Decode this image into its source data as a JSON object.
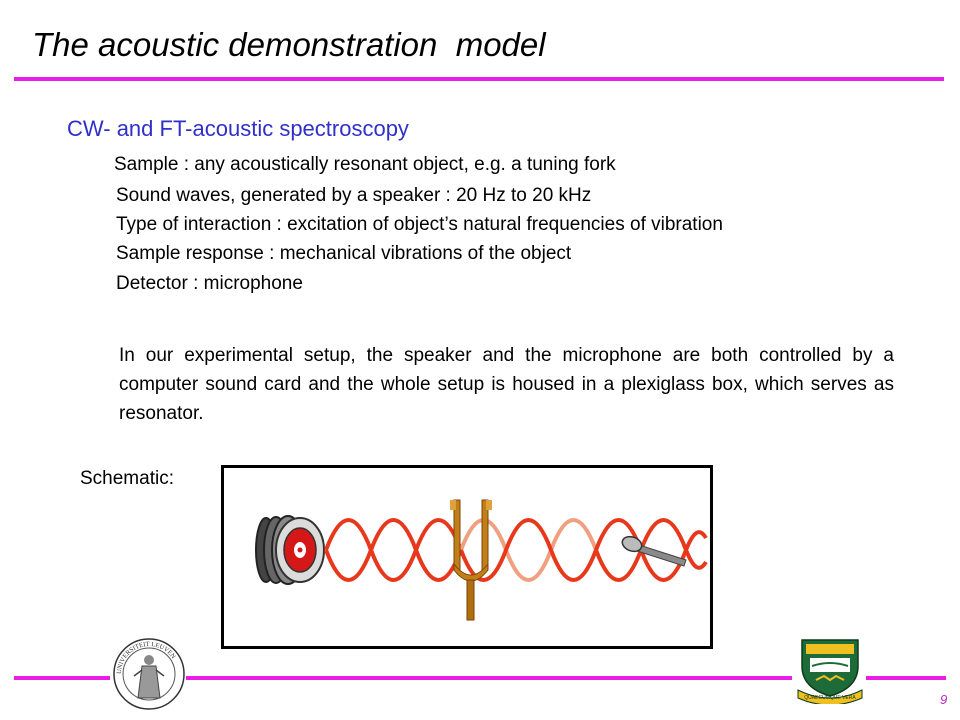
{
  "slide": {
    "title": "The acoustic demonstration  model",
    "subtitle": "CW- and FT-acoustic spectroscopy",
    "lines": [
      "Sample : any acoustically resonant object, e.g. a tuning fork",
      "Sound waves, generated by a speaker : 20 Hz to 20 kHz",
      "Type of interaction : excitation of object’s natural frequencies of vibration",
      "Sample response : mechanical vibrations of the object",
      "Detector : microphone"
    ],
    "paragraph": "In our experimental setup, the speaker and the microphone are both controlled by a computer sound card and the whole setup is housed in a plexiglass box, which serves as resonator.",
    "schematic_label": "Schematic:",
    "page_number": "9",
    "left_logo_text": "UNIVERSITEIT LEUVEN",
    "right_logo_text": "QUAECUMQUE VERA"
  },
  "colors": {
    "accent_rule": "#e81ee8",
    "subtitle": "#3030c8",
    "wave_primary": "#e8381c",
    "wave_faded": "#f0a080",
    "page_number": "#c01ec0",
    "crest_green": "#1e6b3a",
    "crest_gold": "#f0c020"
  },
  "icons": {
    "speaker": "speaker-icon",
    "tuning_fork": "tuning-fork-icon",
    "microphone": "microphone-icon",
    "left_logo": "university-seal-icon",
    "right_logo": "university-crest-icon"
  }
}
